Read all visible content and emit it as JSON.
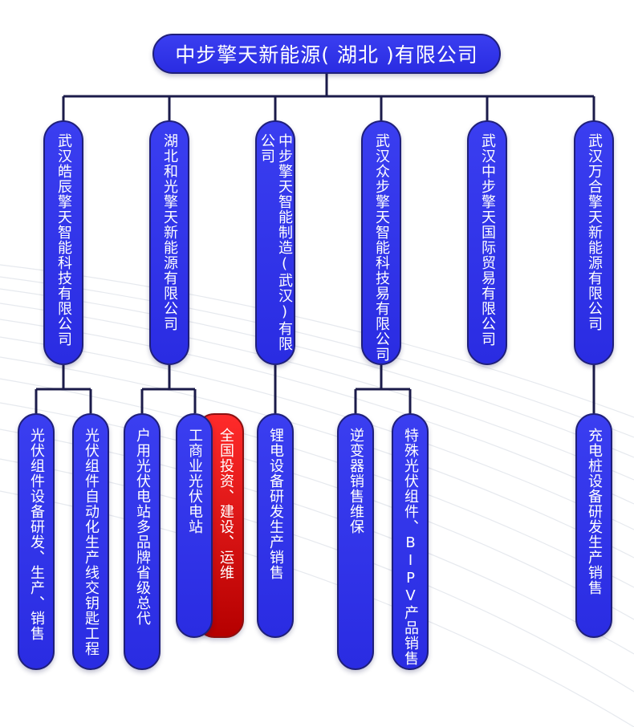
{
  "root": {
    "label": "中步擎天新能源( 湖北 )有限公司"
  },
  "companies": [
    "武汉皓辰擎天智能科技有限公司",
    "湖北和光擎天新能源有限公司",
    "中步擎天智能制造(武汉)有限公司",
    "武汉众步擎天智能科技易有限公司",
    "武汉中步擎天国际贸易有限公司",
    "武汉万合擎天新能源有限公司"
  ],
  "businesses": {
    "c1_a": "光伏组件设备研发、生产、销售",
    "c1_b": "光伏组件自动化生产线交钥匙工程",
    "c2_a": "户用光伏电站多品牌省级总代",
    "c2_b": "工商业光伏电站",
    "c2_c": "全国投资、建设、运维",
    "c3_a": "锂电设备研发生产销售",
    "c4_a": "逆变器销售维保",
    "c4_b": "特殊光伏组件、BIPV产品销售",
    "c6_a": "充电桩设备研发生产销售"
  },
  "colors": {
    "pill_blue": "#2f33ea",
    "pill_red": "#e01010",
    "connector": "#1b1b4a"
  }
}
